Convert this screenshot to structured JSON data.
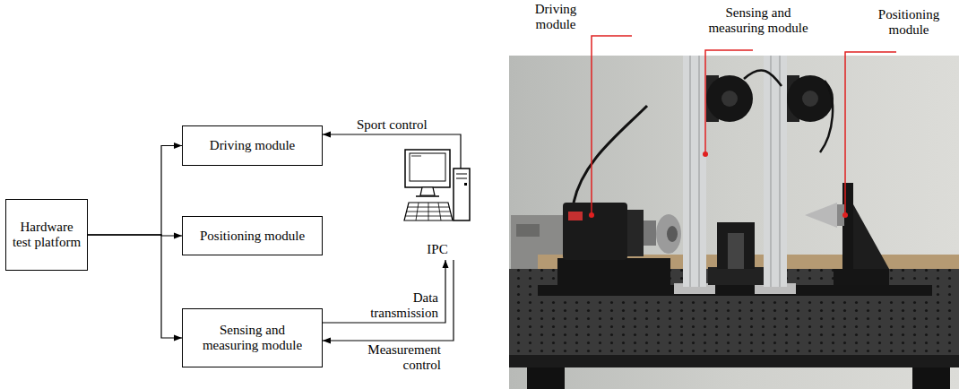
{
  "diagram": {
    "nodes": [
      {
        "text": [
          "Hardware test platform"
        ]
      },
      {
        "text": [
          "Driving module"
        ]
      },
      {
        "text": [
          "Positioning module"
        ]
      },
      {
        "text": [
          "Sensing and measuring module"
        ]
      },
      {
        "text": [
          "IPC"
        ]
      }
    ],
    "edges": [
      {
        "from": 0,
        "to": 1,
        "arrow": "to"
      },
      {
        "from": 0,
        "to": 2,
        "arrow": "to"
      },
      {
        "from": 0,
        "to": 3,
        "arrow": "to"
      },
      {
        "from": 4,
        "to": 1,
        "label": "Sport control",
        "arrow": "to"
      },
      {
        "from": 3,
        "to": 4,
        "label": "Data transmission",
        "arrow": "to"
      },
      {
        "from": 4,
        "to": 3,
        "label": "Measurement control",
        "arrow": "to"
      }
    ],
    "labels": [
      "Driving module",
      "Sensing and measuring module",
      "Positioning module"
    ]
  }
}
